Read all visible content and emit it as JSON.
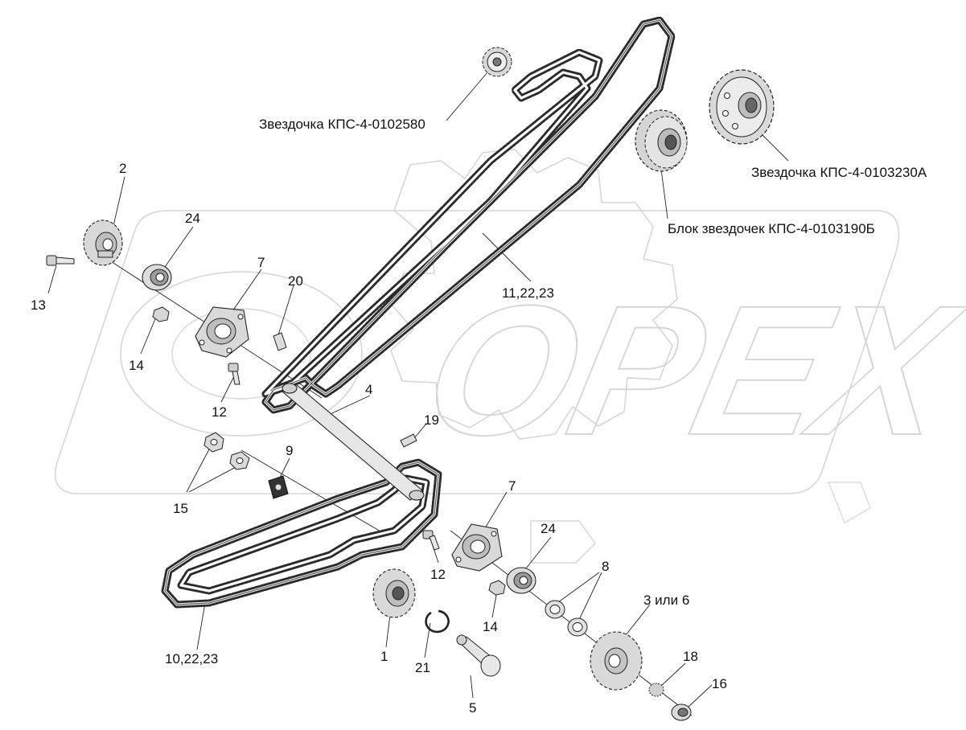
{
  "diagram": {
    "watermark_text": "OPEX",
    "labels": {
      "sprocket_0102580": "Звездочка КПС-4-0102580",
      "sprocket_0103230a": "Звездочка КПС-4-0103230А",
      "sprocket_block_0103190b": "Блок звездочек КПС-4-0103190Б",
      "p2": "2",
      "p24_top": "24",
      "p13": "13",
      "p7_top": "7",
      "p20": "20",
      "p14_top": "14",
      "p12_top": "12",
      "p11": "11,22,23",
      "p4": "4",
      "p19": "19",
      "p9": "9",
      "p15": "15",
      "p7_bottom": "7",
      "p24_bottom": "24",
      "p12_bottom": "12",
      "p8": "8",
      "p3or6": "3 или 6",
      "p14_bottom": "14",
      "p10": "10,22,23",
      "p1": "1",
      "p21": "21",
      "p5": "5",
      "p18": "18",
      "p16": "16"
    },
    "colors": {
      "line": "#222222",
      "watermark": "#bdbdbd",
      "part_fill": "#e2e2e2",
      "part_dark": "#6a6a6a"
    }
  }
}
